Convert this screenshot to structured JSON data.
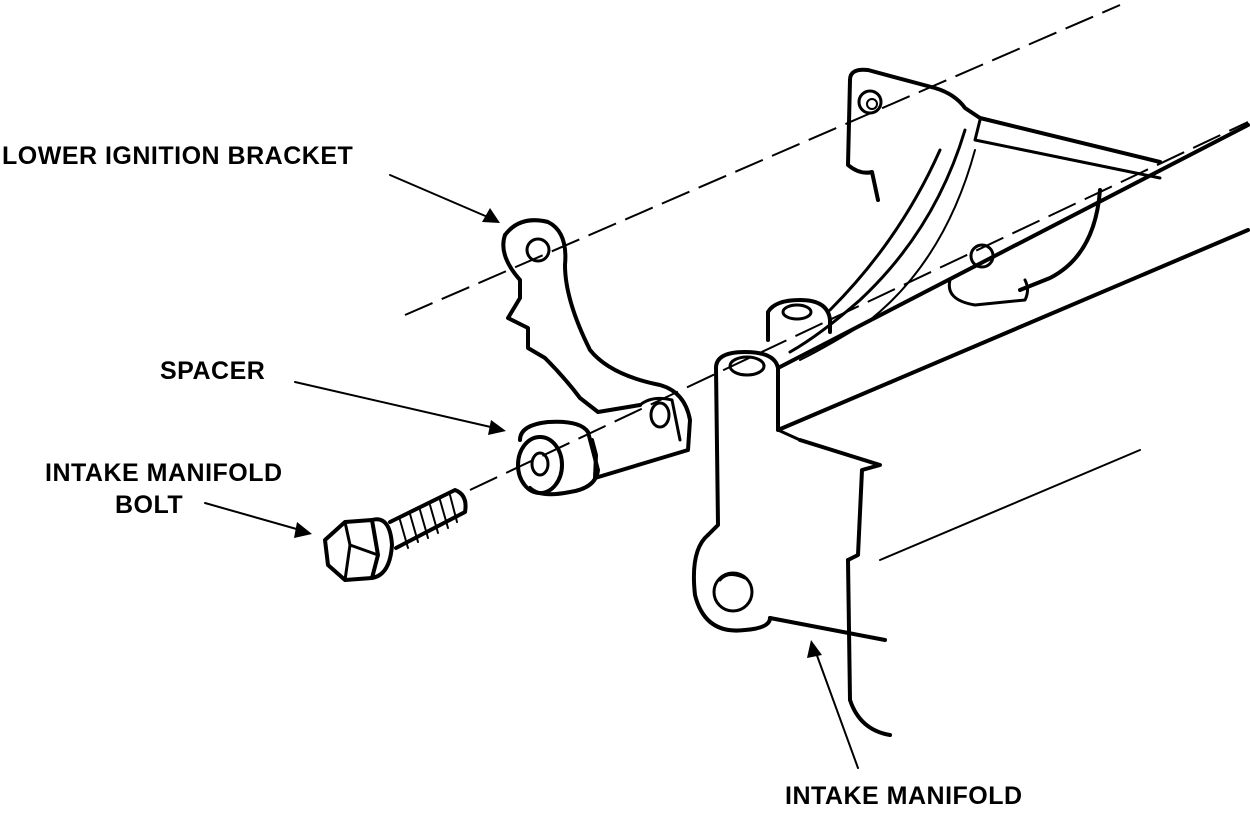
{
  "labels": {
    "lower_ignition_bracket": "LOWER IGNITION BRACKET",
    "spacer": "SPACER",
    "intake_manifold_bolt_line1": "INTAKE MANIFOLD",
    "intake_manifold_bolt_line2": "BOLT",
    "intake_manifold": "INTAKE MANIFOLD"
  }
}
